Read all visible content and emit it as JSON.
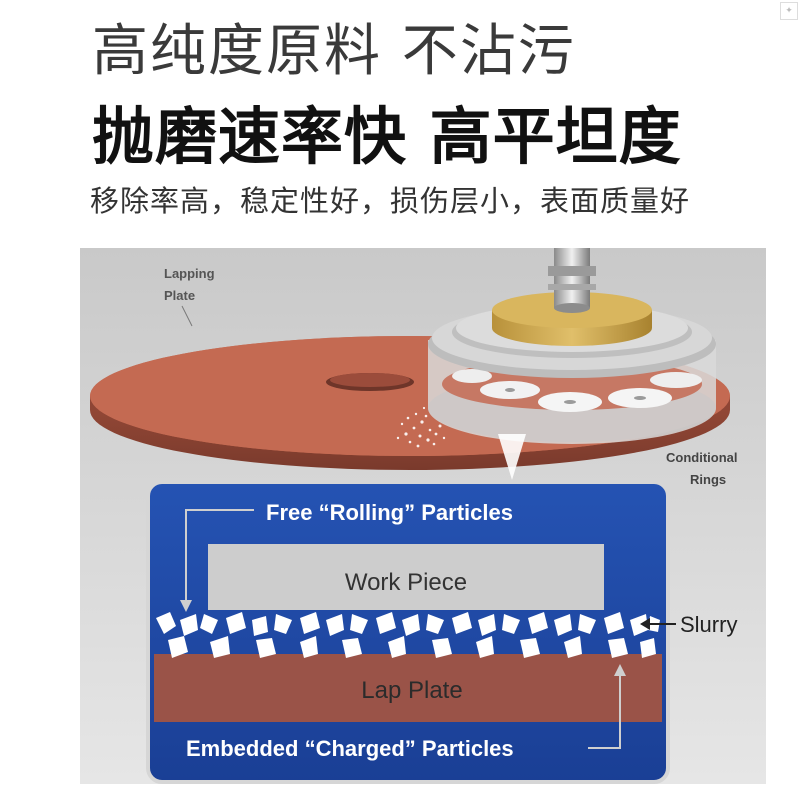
{
  "header": {
    "line1": "高纯度原料 不沾污",
    "line2": "抛磨速率快 高平坦度",
    "line3": "移除率高，稳定性好，损伤层小，表面质量好"
  },
  "diagram": {
    "lapping_plate_label_1": "Lapping",
    "lapping_plate_label_2": "Plate",
    "conditional_rings_label_1": "Conditional",
    "conditional_rings_label_2": "Rings",
    "free_particles_label": "Free “Rolling” Particles",
    "work_piece_label": "Work Piece",
    "slurry_label": "Slurry",
    "lap_plate_label": "Lap Plate",
    "embedded_particles_label": "Embedded “Charged” Particles"
  },
  "colors": {
    "plate": "#b9614c",
    "panel_blue": "#1f4aa8",
    "work_piece": "#c8c8c8",
    "lap_plate_brown": "#9a5348",
    "brass": "#c9a24a"
  }
}
